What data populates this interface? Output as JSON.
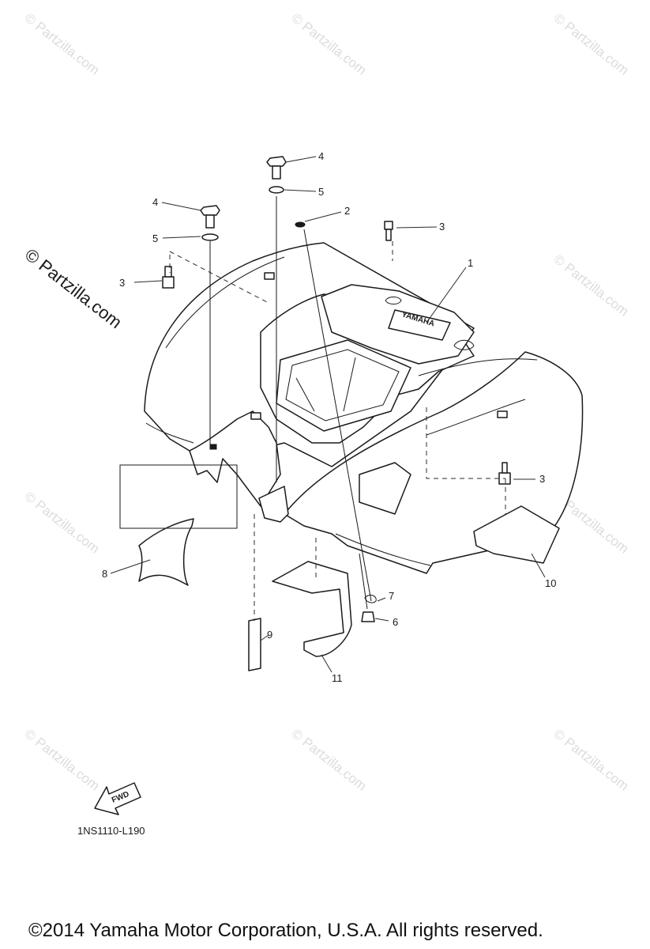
{
  "watermark": {
    "text": "© Partzilla.com",
    "side_text": "© Partzilla.com"
  },
  "callouts": [
    "1",
    "2",
    "3",
    "3",
    "3",
    "4",
    "4",
    "5",
    "5",
    "6",
    "7",
    "8",
    "9",
    "10",
    "11"
  ],
  "callout_labels": {
    "c1": "1",
    "c2": "2",
    "c3a": "3",
    "c3b": "3",
    "c3c": "3",
    "c4a": "4",
    "c4b": "4",
    "c5a": "5",
    "c5b": "5",
    "c6": "6",
    "c7": "7",
    "c8": "8",
    "c9": "9",
    "c10": "10",
    "c11": "11"
  },
  "fwd_label": "FWD",
  "fender_logo": "YAMAHA",
  "diagram_code": "1NS1110-L190",
  "copyright": "©2014  Yamaha Motor Corporation, U.S.A. All rights reserved."
}
